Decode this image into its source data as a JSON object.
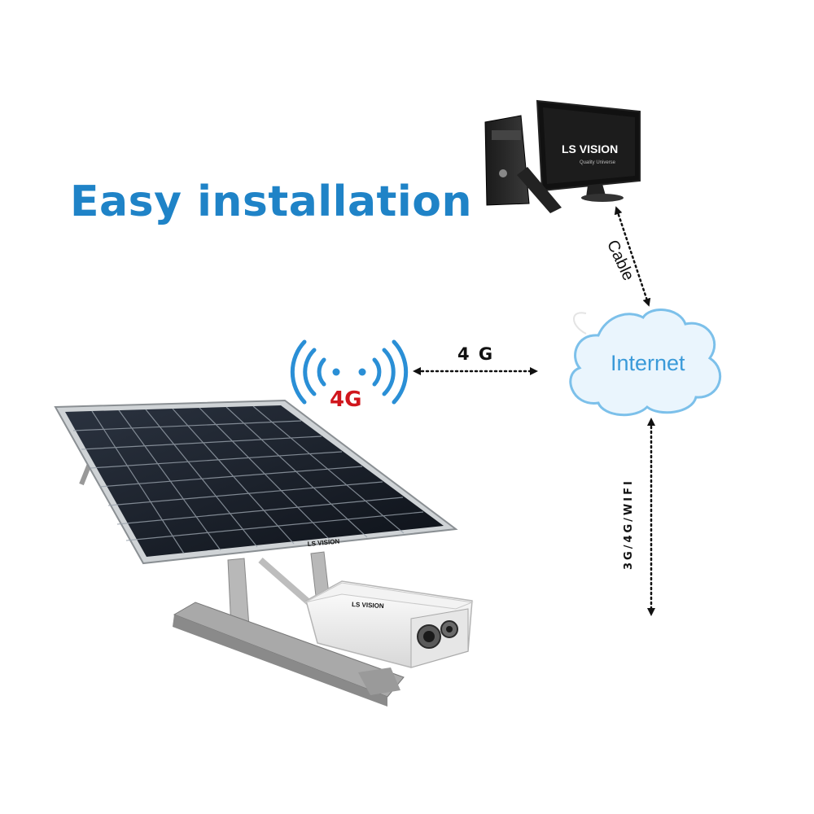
{
  "title": "Easy installation",
  "signal": {
    "label": "4G"
  },
  "links": {
    "camera_to_internet": "4 G",
    "pc_to_internet": "Cable",
    "internet_to_mobile": "3G/4G/WIFI"
  },
  "cloud": {
    "label": "Internet"
  },
  "brand": {
    "monitor_logo": "LS VISION",
    "monitor_tagline": "Quality Universe",
    "panel_logo": "LS VISION",
    "camera_logo": "LS VISION"
  },
  "colors": {
    "title": "#1f83c7",
    "signal_wave": "#2a8fd6",
    "signal_label": "#d0161d",
    "cloud_outline": "#7cc0ea",
    "cloud_text": "#3a9ad9"
  },
  "icons": [
    "wifi-signal-icon",
    "desktop-pc-icon",
    "cloud-icon",
    "solar-panel-icon",
    "bullet-camera-icon"
  ]
}
